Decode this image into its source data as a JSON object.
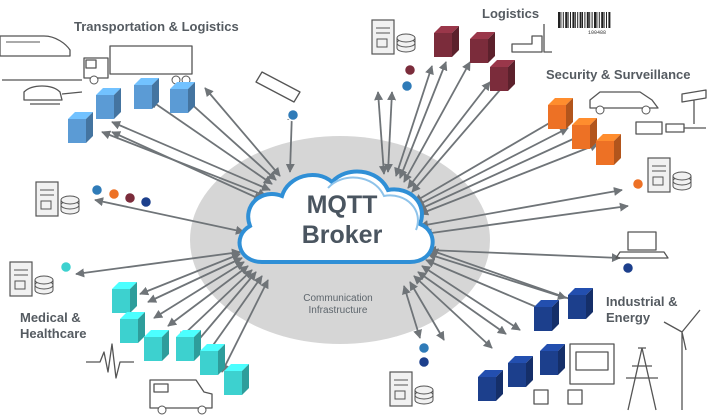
{
  "broker": {
    "line1": "MQTT",
    "line2": "Broker"
  },
  "infrastructure": {
    "line1": "Communication",
    "line2": "Infrastructure"
  },
  "sectors": {
    "transportation": "Transportation & Logistics",
    "logistics": "Logistics",
    "security": "Security & Surveillance",
    "industrial_line1": "Industrial &",
    "industrial_line2": "Energy",
    "medical_line1": "Medical &",
    "medical_line2": "Healthcare"
  },
  "barcode_number": "100488",
  "colors": {
    "transport_cubes": "#5b9bd5",
    "logistics_cubes": "#7b2c3b",
    "security_cubes": "#ed7125",
    "industrial_cubes": "#1c3f8c",
    "medical_cubes": "#3dd1cf",
    "arrows": "#6f7478",
    "cloud_outline": "#2f8fd6",
    "infrastructure_ellipse": "#d3d3d3"
  }
}
